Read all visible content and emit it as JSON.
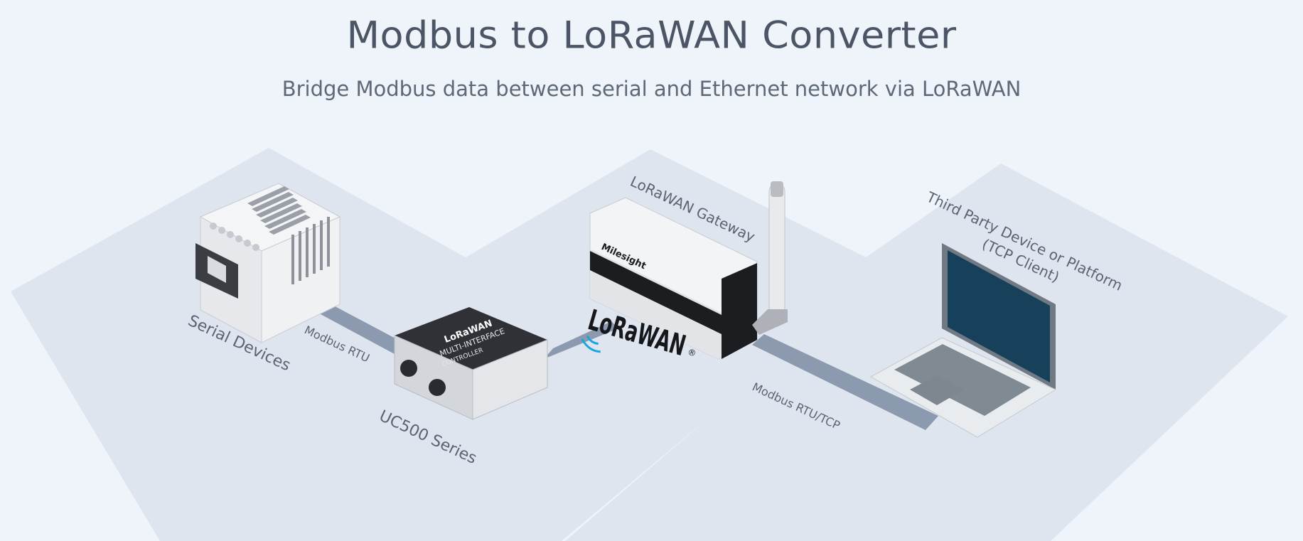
{
  "header": {
    "title": "Modbus to LoRaWAN Converter",
    "subtitle": "Bridge Modbus data between serial and Ethernet network via LoRaWAN"
  },
  "devices": {
    "serial": "Serial Devices",
    "uc500": "UC500 Series",
    "gateway": "LoRaWAN Gateway",
    "third_party_line1": "Third Party Device or Platform",
    "third_party_line2": "(TCP Client)"
  },
  "links": {
    "rtu": "Modbus RTU",
    "rtu_tcp": "Modbus RTU/TCP"
  },
  "logos": {
    "lorawan": "LoRaWAN",
    "lorawan_reg": "®",
    "milesight": "Milesight",
    "uc500_brand_1": "LoRaWAN",
    "uc500_brand_2": "MULTI-INTERFACE",
    "uc500_brand_3": "CONTROLLER"
  },
  "colors": {
    "background": "#eff3fa",
    "platform": "#dfe5ee",
    "cable": "#8f9db1",
    "lorawan_blue": "#1aa5e0"
  }
}
